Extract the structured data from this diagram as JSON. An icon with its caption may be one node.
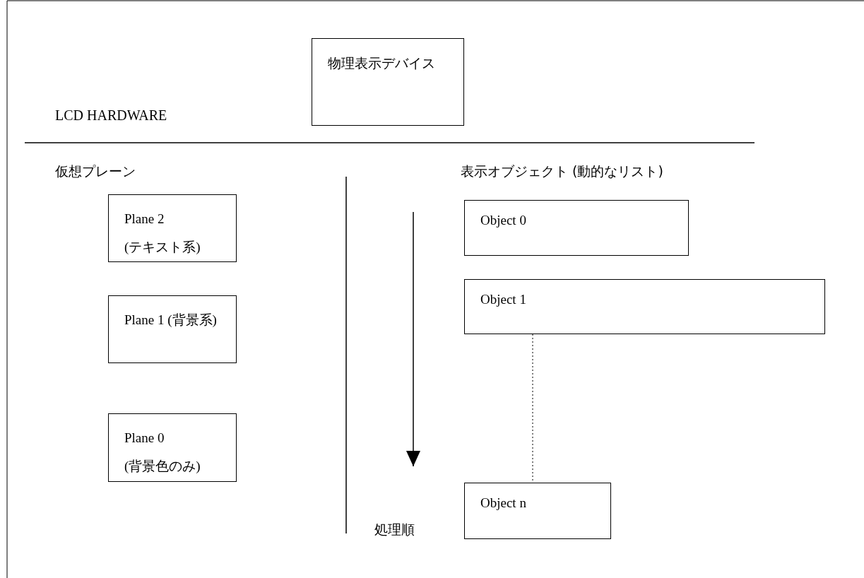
{
  "diagram": {
    "nodes": [
      {
        "text": [
          "物理表示デバイス"
        ]
      },
      {
        "text": [
          "Plane 2 (テキスト系)"
        ]
      },
      {
        "text": [
          "Plane 1 (背景系)"
        ]
      },
      {
        "text": [
          "Plane 0 (背景色のみ)"
        ]
      },
      {
        "text": [
          "Object 0"
        ]
      },
      {
        "text": [
          "Object 1"
        ]
      },
      {
        "text": [
          "Object n"
        ]
      }
    ],
    "edges": [
      {
        "from": 5,
        "to": 6,
        "arrow": "none",
        "style": "dashed"
      }
    ],
    "labels": [
      "LCD HARDWARE",
      "仮想プレーン",
      "表示オブジェクト (動的なリスト)",
      "処理順"
    ]
  }
}
